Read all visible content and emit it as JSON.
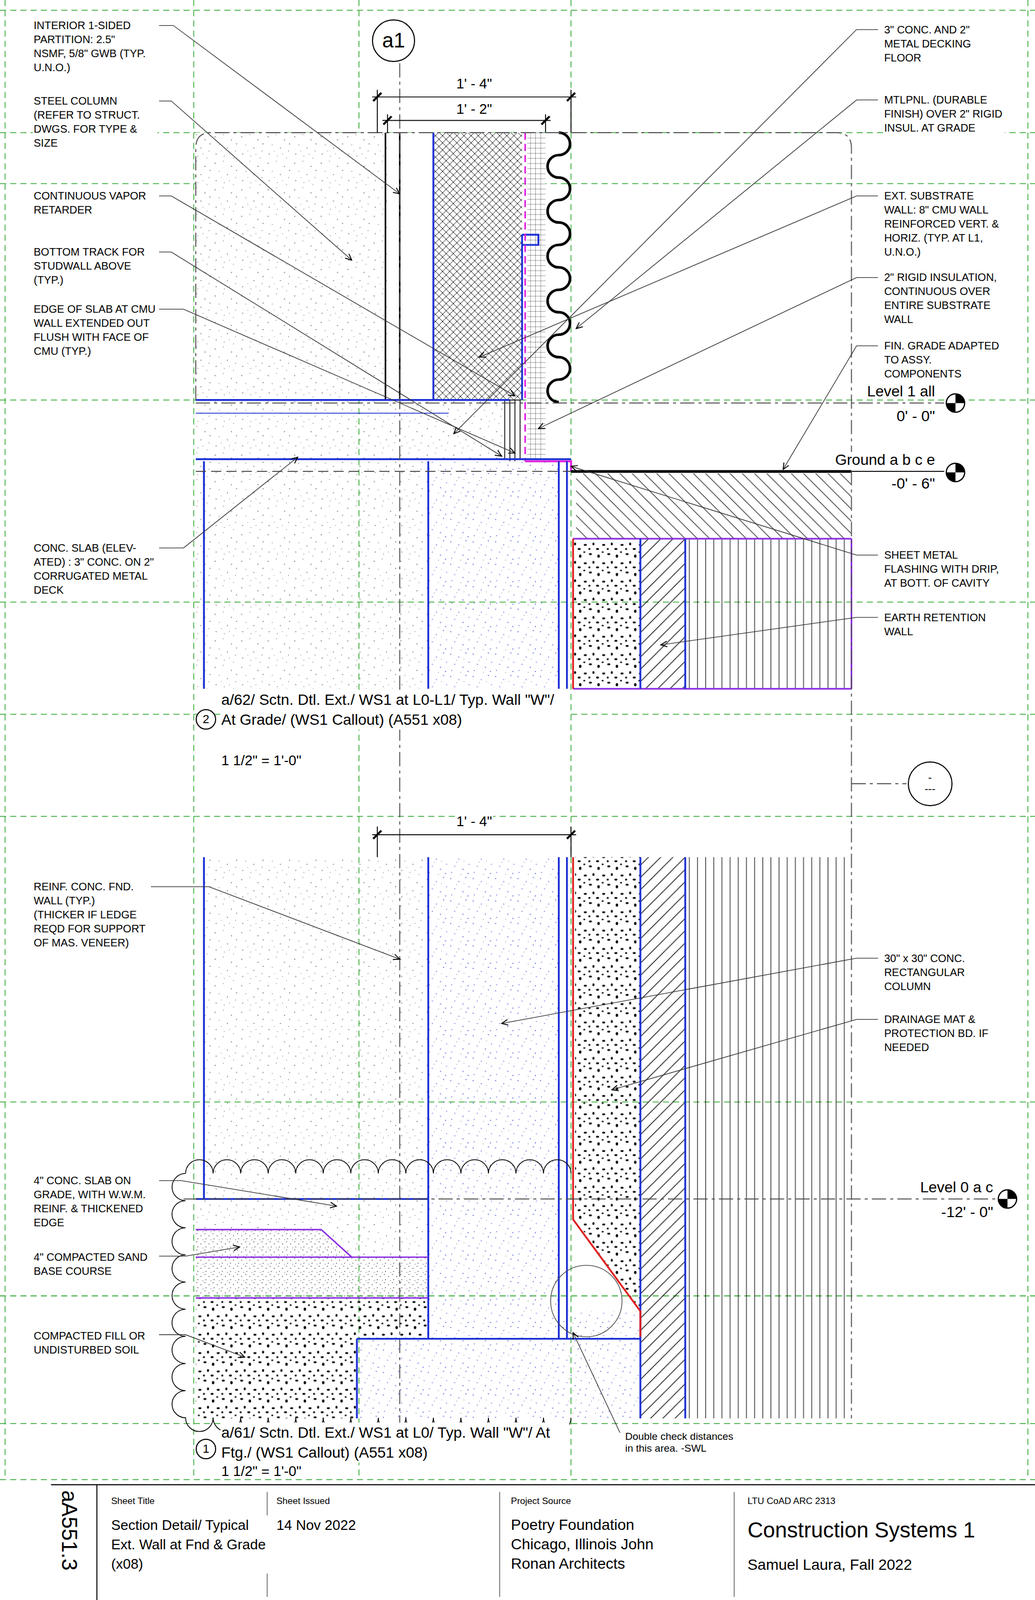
{
  "diagram": {
    "nodes": [
      {
        "text": [
          "a1"
        ]
      },
      {
        "text": [
          "2"
        ]
      },
      {
        "text": [
          "-",
          "---"
        ]
      },
      {
        "text": [
          "1"
        ]
      }
    ],
    "labels": [
      "1' - 4\"",
      "1' - 2\"",
      "INTERIOR 1-SIDED PARTITION: 2.5\" NSMF, 5/8\" GWB (TYP. U.N.O.)",
      "STEEL COLUMN (REFER TO STRUCT. DWGS. FOR TYPE & SIZE",
      "CONTINUOUS VAPOR RETARDER",
      "BOTTOM TRACK FOR STUDWALL ABOVE (TYP.)",
      "EDGE OF SLAB AT CMU WALL EXTENDED OUT FLUSH WITH FACE OF CMU (TYP.)",
      "CONC. SLAB (ELEV- ATED) : 3\" CONC. ON 2\" CORRUGATED METAL DECK",
      "3\" CONC. AND 2\" METAL DECKING FLOOR",
      "MTLPNL. (DURABLE FINISH) OVER 2\" RIGID INSUL. AT GRADE",
      "EXT. SUBSTRATE WALL: 8\" CMU WALL REINFORCED VERT. & HORIZ. (TYP. AT L1, U.N.O.)",
      "2\" RIGID INSULATION, CONTINUOUS OVER ENTIRE SUBSTRATE WALL",
      "FIN. GRADE ADAPTED TO ASSY. COMPONENTS",
      "Level 1 all",
      "0' - 0\"",
      "Ground a b c e",
      "-0' - 6\"",
      "SHEET METAL FLASHING WITH DRIP, AT BOTT. OF CAVITY",
      "EARTH RETENTION WALL",
      "a/62/ Sctn. Dtl. Ext./ WS1 at L0-L1/ Typ. Wall \"W\"/ At Grade/ (WS1 Callout) (A551 x08)",
      "1 1/2\" = 1'-0\"",
      "1' - 4\"",
      "REINF. CONC. FND. WALL (TYP.) (THICKER IF LEDGE REQD FOR SUPPORT OF MAS. VENEER)",
      "30\" x 30\" CONC. RECTANGULAR COLUMN",
      "DRAINAGE MAT & PROTECTION BD. IF NEEDED",
      "4\" CONC. SLAB ON GRADE, WITH W.W.M. REINF. & THICKENED EDGE",
      "4\" COMPACTED SAND BASE COURSE",
      "COMPACTED FILL OR UNDISTURBED SOIL",
      "Level 0 a c",
      "-12' - 0\"",
      "Double check distances in this area. -SWL",
      "a/61/ Sctn. Dtl. Ext./ WS1 at L0/ Typ. Wall \"W\"/ At Ftg./ (WS1 Callout) (A551 x08)",
      "1 1/2\" = 1'-0\"",
      "aA551.3",
      "Sheet Title",
      "Section Detail/ Typical Ext. Wall at Fnd & Grade (x08)",
      "Sheet Issued",
      "14 Nov 2022",
      "Project Source",
      "Poetry Foundation Chicago, Illinois John Ronan Architects",
      "LTU CoAD ARC 2313",
      "Construction Systems 1",
      "Samuel Laura, Fall 2022"
    ]
  }
}
